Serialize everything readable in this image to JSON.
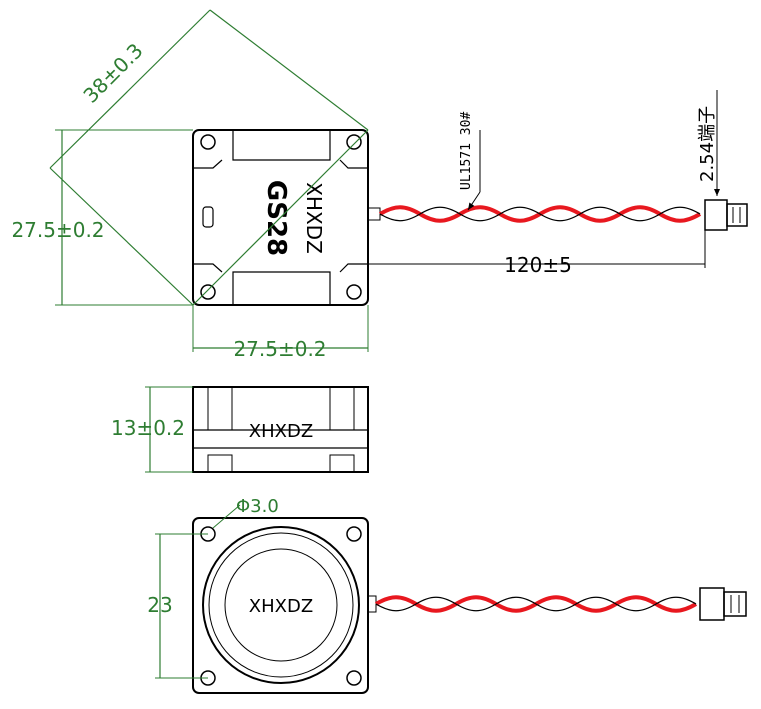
{
  "brand": "XHXDZ",
  "model": "GS28",
  "dimensions": {
    "diagonal": "38±0.3",
    "height_left": "27.5±0.2",
    "width_bottom": "27.5±0.2",
    "wire_length": "120±5",
    "thickness": "13±0.2",
    "hole_diameter": "Φ3.0",
    "hole_spacing": "23"
  },
  "wire_label": "UL1571 30#",
  "terminal_label": "2.54端子",
  "colors": {
    "dimension": "#2e7d32",
    "wire": "#e8181f",
    "outline": "#000000"
  }
}
